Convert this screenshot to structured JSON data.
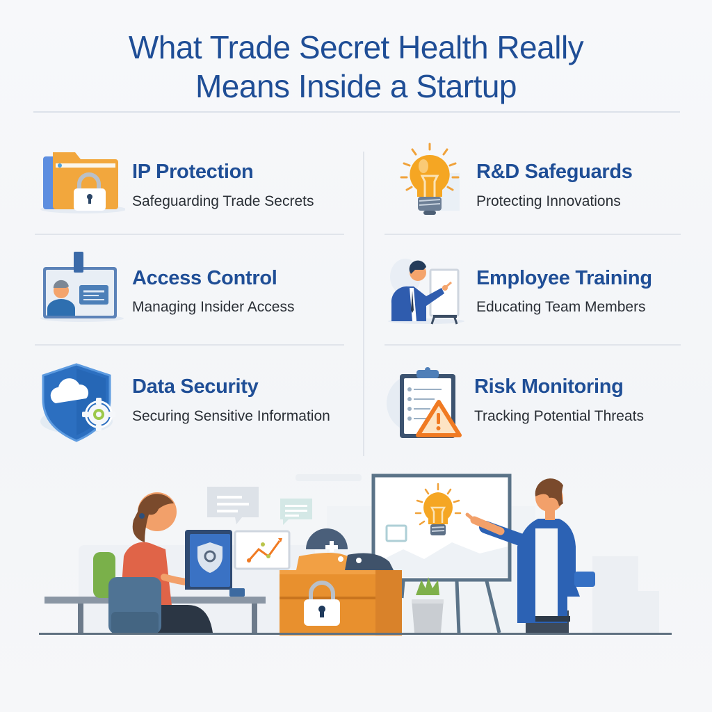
{
  "title": {
    "line1": "What Trade Secret Health Really",
    "line2": "Means Inside a Startup"
  },
  "colors": {
    "heading_blue": "#1f4e96",
    "body_text": "#2a2f36",
    "accent_orange": "#f0a23a",
    "divider": "#dde2ea"
  },
  "cards": [
    {
      "id": "ip-protection",
      "title": "IP Protection",
      "subtitle": "Safeguarding Trade Secrets",
      "icon": "locked-folder-icon"
    },
    {
      "id": "rd-safeguards",
      "title": "R&D Safeguards",
      "subtitle": "Protecting Innovations",
      "icon": "lightbulb-icon"
    },
    {
      "id": "access-control",
      "title": "Access Control",
      "subtitle": "Managing Insider Access",
      "icon": "id-badge-icon"
    },
    {
      "id": "employee-training",
      "title": "Employee Training",
      "subtitle": "Educating Team Members",
      "icon": "presenter-icon"
    },
    {
      "id": "data-security",
      "title": "Data Security",
      "subtitle": "Securing Sensitive Information",
      "icon": "shield-cloud-gear-icon"
    },
    {
      "id": "risk-monitoring",
      "title": "Risk Monitoring",
      "subtitle": "Tracking Potential Threats",
      "icon": "clipboard-warning-icon"
    }
  ],
  "illustration": {
    "description": "Office scene: woman at laptop with shield screen, chart bubble, locked orange box, man presenting lightbulb on whiteboard"
  }
}
